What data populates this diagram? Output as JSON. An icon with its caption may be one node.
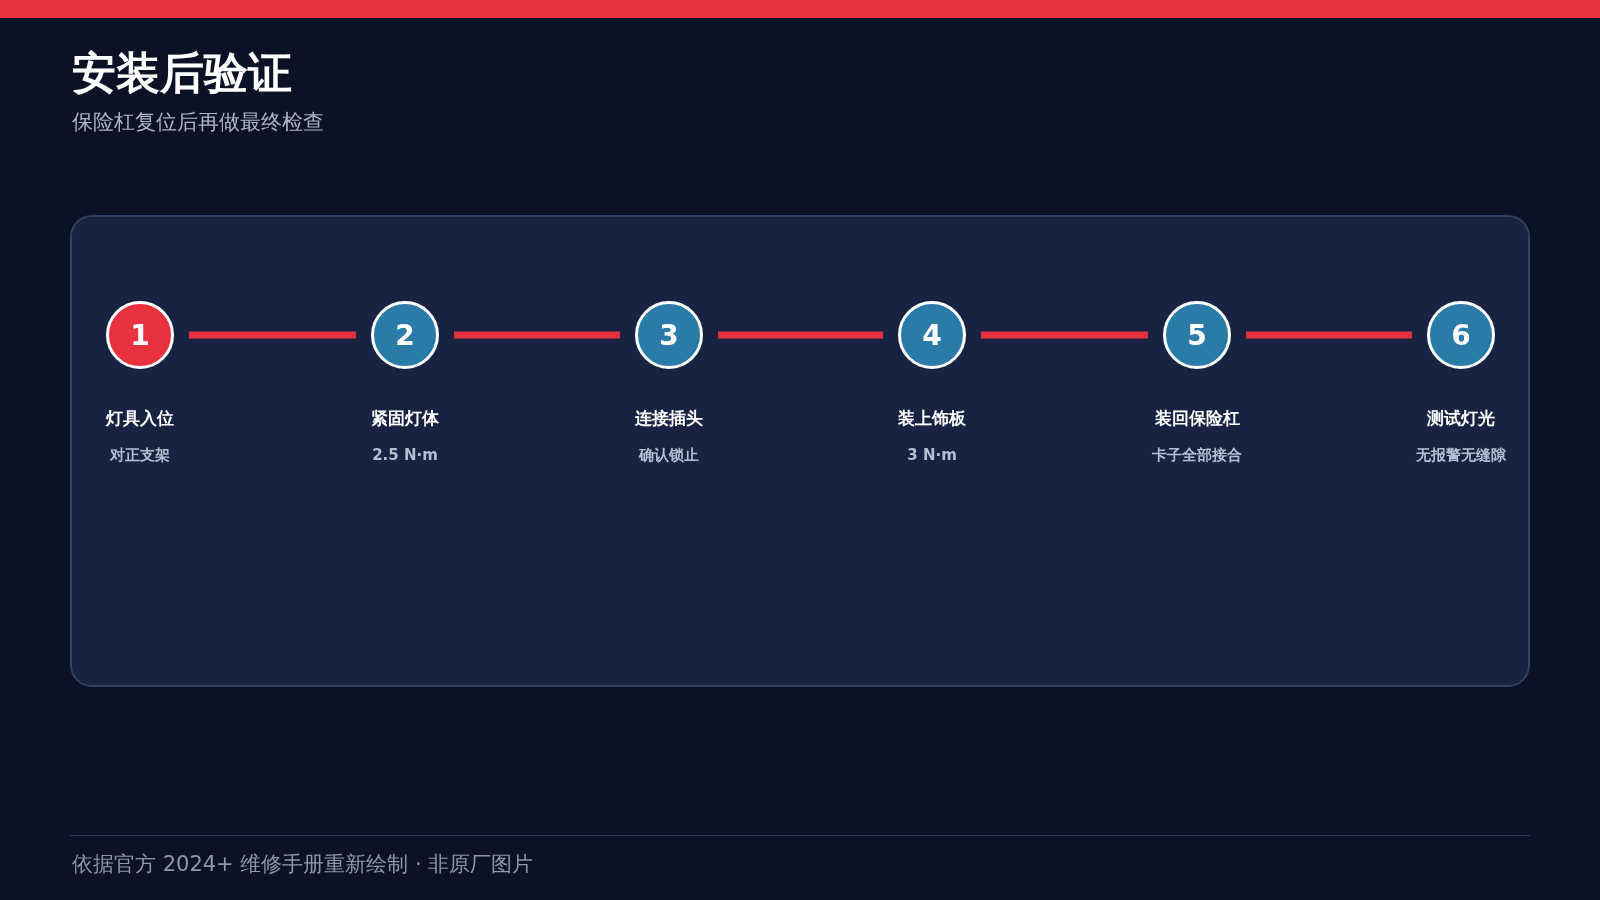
{
  "diagram": {
    "title": "安装后验证",
    "nodes": [
      {
        "text": [
          "1"
        ],
        "beside": [
          "灯具入位",
          "对正支架"
        ]
      },
      {
        "text": [
          "2"
        ],
        "beside": [
          "紧固灯体",
          "2.5 N·m"
        ]
      },
      {
        "text": [
          "3"
        ],
        "beside": [
          "连接插头",
          "确认锁止"
        ]
      },
      {
        "text": [
          "4"
        ],
        "beside": [
          "装上饰板",
          "3 N·m"
        ]
      },
      {
        "text": [
          "5"
        ],
        "beside": [
          "装回保险杠",
          "卡子全部接合"
        ]
      },
      {
        "text": [
          "6"
        ],
        "beside": [
          "测试灯光",
          "无报警无缝隙"
        ]
      }
    ],
    "edges": [
      {
        "from": 0,
        "to": 1,
        "arrow": "none"
      },
      {
        "from": 1,
        "to": 2,
        "arrow": "none"
      },
      {
        "from": 2,
        "to": 3,
        "arrow": "none"
      },
      {
        "from": 3,
        "to": 4,
        "arrow": "none"
      },
      {
        "from": 4,
        "to": 5,
        "arrow": "none"
      }
    ],
    "labels": [
      "保险杠复位后再做最终检查",
      "依据官方 2024+ 维修手册重新绘制 · 非原厂图片"
    ]
  }
}
